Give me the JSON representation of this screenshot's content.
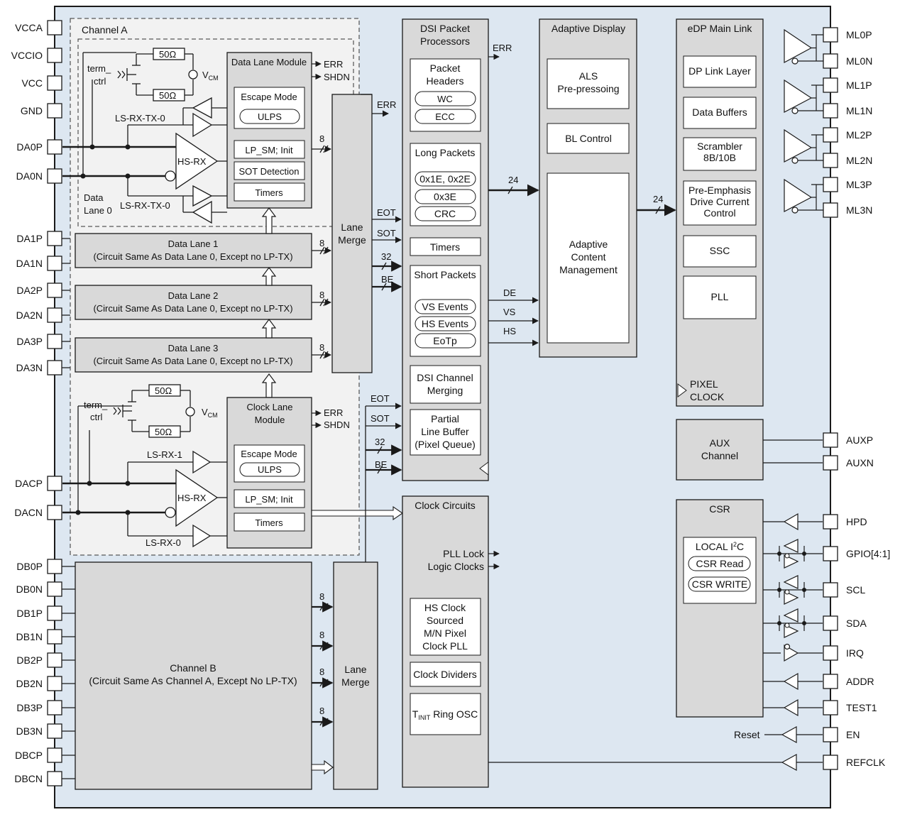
{
  "left_pins": [
    "VCCA",
    "VCCIO",
    "VCC",
    "GND",
    "DA0P",
    "DA0N",
    "DA1P",
    "DA1N",
    "DA2P",
    "DA2N",
    "DA3P",
    "DA3N",
    "DACP",
    "DACN",
    "DB0P",
    "DB0N",
    "DB1P",
    "DB1N",
    "DB2P",
    "DB2N",
    "DB3P",
    "DB3N",
    "DBCP",
    "DBCN"
  ],
  "right_pins": [
    "ML0P",
    "ML0N",
    "ML1P",
    "ML1N",
    "ML2P",
    "ML2N",
    "ML3P",
    "ML3N",
    "AUXP",
    "AUXN",
    "HPD",
    "GPIO[4:1]",
    "SCL",
    "SDA",
    "IRQ",
    "ADDR",
    "TEST1",
    "EN",
    "REFCLK"
  ],
  "channel_a": {
    "title": "Channel A",
    "term_ctrl": [
      "term_",
      "ctrl"
    ],
    "res": "50Ω",
    "vcm": "V",
    "vcm_sub": "CM",
    "ls_rx_tx_0": "LS-RX-TX-0",
    "ls_rx_tx_0b": "LS-RX-TX-0",
    "hs_rx": "HS-RX",
    "data_lane_0": [
      "Data",
      "Lane 0"
    ],
    "data_lane_module": "Data Lane Module",
    "escape_mode": "Escape Mode",
    "ulps": "ULPS",
    "lp_sm": "LP_SM; Init",
    "sot_detection": "SOT Detection",
    "timers": "Timers",
    "err": "ERR",
    "shdn": "SHDN",
    "lane1": [
      "Data Lane 1",
      "(Circuit Same As Data Lane 0, Except no LP-TX)"
    ],
    "lane2": [
      "Data Lane 2",
      "(Circuit Same As Data Lane 0, Except no LP-TX)"
    ],
    "lane3": [
      "Data Lane 3",
      "(Circuit Same As Data Lane 0, Except no LP-TX)"
    ],
    "clock_lane_module": [
      "Clock Lane",
      "Module"
    ],
    "ls_rx_1": "LS-RX-1",
    "ls_rx_0": "LS-RX-0",
    "lane_merge": [
      "Lane",
      "Merge"
    ],
    "bus8": "8"
  },
  "signals": {
    "err": "ERR",
    "eot": "EOT",
    "sot": "SOT",
    "n32": "32",
    "be": "BE",
    "n24": "24",
    "de": "DE",
    "vs": "VS",
    "hs": "HS"
  },
  "channel_b": {
    "title": [
      "Channel B",
      "(Circuit Same As Channel A, Except No LP-TX)"
    ],
    "lane_merge": [
      "Lane",
      "Merge"
    ]
  },
  "dsi": {
    "title": [
      "DSI Packet",
      "Processors"
    ],
    "packet_headers": [
      "Packet",
      "Headers"
    ],
    "wc": "WC",
    "ecc": "ECC",
    "long_packets": "Long Packets",
    "lp_items": [
      "0x1E, 0x2E",
      "0x3E",
      "CRC"
    ],
    "timers": "Timers",
    "short_packets": "Short Packets",
    "sp_items": [
      "VS Events",
      "HS Events",
      "EoTp"
    ],
    "channel_merging": [
      "DSI Channel",
      "Merging"
    ],
    "partial_line": [
      "Partial",
      "Line Buffer",
      "(Pixel Queue)"
    ]
  },
  "clock": {
    "title": "Clock Circuits",
    "pll_lock": "PLL Lock",
    "logic_clocks": "Logic Clocks",
    "hs_clock": [
      "HS Clock",
      "Sourced",
      "M/N Pixel",
      "Clock PLL"
    ],
    "dividers": "Clock Dividers",
    "tinit": "T",
    "tinit_sub": "INIT",
    "tinit_rest": " Ring OSC"
  },
  "adaptive": {
    "title": "Adaptive Display",
    "als": [
      "ALS",
      "Pre-pressoing"
    ],
    "bl": "BL Control",
    "acm": [
      "Adaptive",
      "Content",
      "Management"
    ]
  },
  "edp": {
    "title": "eDP Main Link",
    "dp_link": "DP Link Layer",
    "data_buffers": "Data Buffers",
    "scrambler": [
      "Scrambler",
      "8B/10B"
    ],
    "pre_emphasis": [
      "Pre-Emphasis",
      "Drive Current",
      "Control"
    ],
    "ssc": "SSC",
    "pll": "PLL",
    "pixel_clock": [
      "PIXEL",
      "CLOCK"
    ]
  },
  "aux": [
    "AUX",
    "Channel"
  ],
  "csr": {
    "title": "CSR",
    "local_i2c": "LOCAL I",
    "local_i2c_sup": "2",
    "local_i2c_end": "C",
    "csr_read": "CSR Read",
    "csr_write": "CSR WRITE"
  },
  "reset": "Reset",
  "colors": {
    "chip_bg": "#dde7f1",
    "block": "#d9d9d9",
    "panel": "#f2f2f2",
    "line": "#1a1a1a"
  }
}
